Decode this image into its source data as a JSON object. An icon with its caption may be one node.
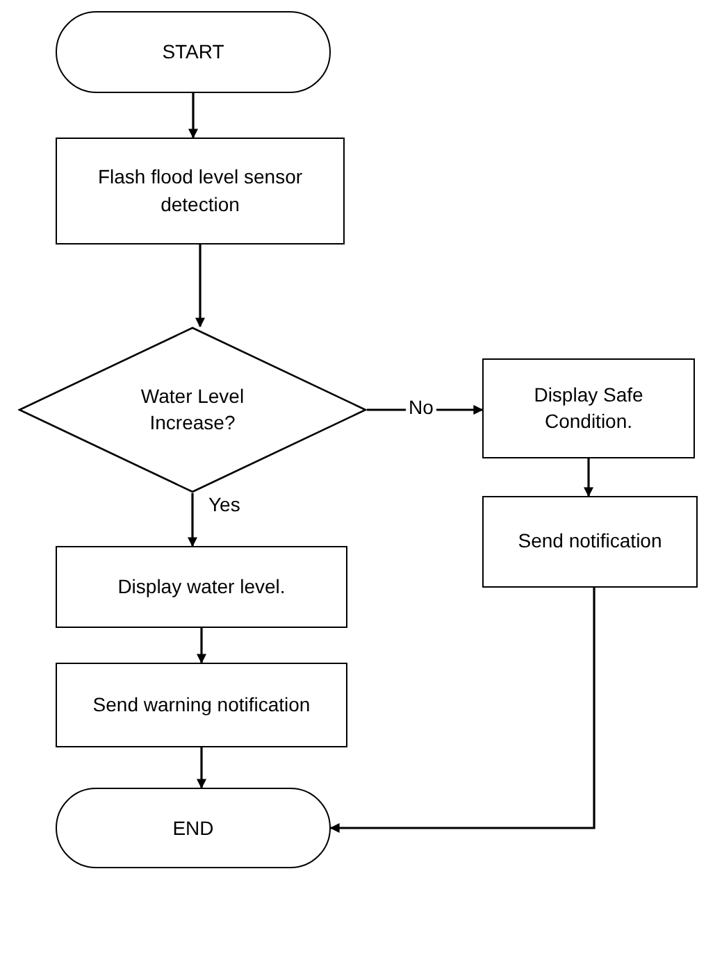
{
  "diagram": {
    "nodes": [
      {
        "text": [
          "START"
        ]
      },
      {
        "text": [
          "Flash flood level sensor detection"
        ]
      },
      {
        "text": [
          "Water Level Increase?"
        ]
      },
      {
        "text": [
          "Display Safe Condition."
        ]
      },
      {
        "text": [
          "Send notification"
        ]
      },
      {
        "text": [
          "Display water level."
        ]
      },
      {
        "text": [
          "Send warning notification"
        ]
      },
      {
        "text": [
          "END"
        ]
      }
    ],
    "edges": [
      {
        "from": 0,
        "to": 1,
        "arrow": "to"
      },
      {
        "from": 1,
        "to": 2,
        "arrow": "to"
      },
      {
        "from": 2,
        "to": 3,
        "arrow": "to",
        "label": "No"
      },
      {
        "from": 3,
        "to": 4,
        "arrow": "to"
      },
      {
        "from": 2,
        "to": 5,
        "arrow": "to",
        "label": "Yes"
      },
      {
        "from": 5,
        "to": 6,
        "arrow": "to"
      },
      {
        "from": 6,
        "to": 7,
        "arrow": "to"
      },
      {
        "from": 4,
        "to": 7,
        "arrow": "to"
      }
    ]
  }
}
